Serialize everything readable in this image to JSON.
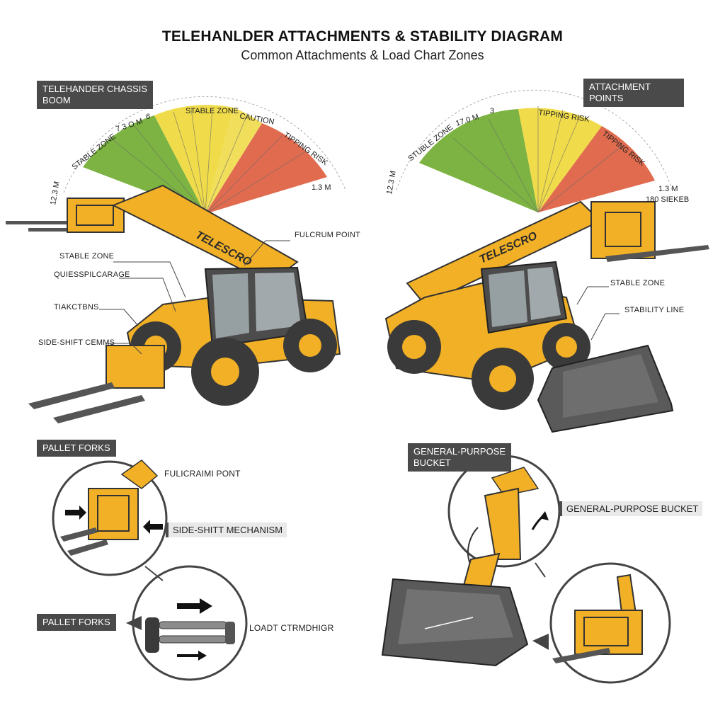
{
  "title": "TELEHANLDER ATTACHMENTS & STABILITY DIAGRAM",
  "subtitle": "Common Attachments & Load Chart Zones",
  "left_panel": {
    "tag_line1": "TELEHANDER CHASSIS",
    "tag_line2": "BOOM",
    "arc_labels": [
      "STABLE ZONE",
      "7.3 O M",
      "6",
      "STABLE ZONE",
      "CAUTION",
      "TIPPING RISK"
    ],
    "arc_edge_left": "12.3 M",
    "arc_edge_right": "1.3 M",
    "brand": "TELESCRO",
    "callouts": [
      "FULCRUM POINT",
      "STABLE ZONE",
      "QUIESSPILCARAGE",
      "TIAKCTBNS",
      "SIDE-SHIFT CEMMS"
    ]
  },
  "right_panel": {
    "tag_line1": "ATTACHMENT",
    "tag_line2": "POINTS",
    "arc_labels": [
      "STUBLE ZONE",
      "17.0 M",
      "3",
      "TIPPING RISK",
      "TIPPING RISK"
    ],
    "arc_edge_left": "12.3 M",
    "arc_edge_right": "1.3 M",
    "arc_extra": "180 SIEKEB",
    "brand": "TELESCRO",
    "callouts": [
      "STABLE ZONE",
      "STABILITY LINE"
    ]
  },
  "detail_left": {
    "tag": "PALLET FORKS",
    "tag_bottom": "PALLET FORKS",
    "callout_top": "FULICRAIMI PONT",
    "side_shift": "SIDE-SHITT MECHANISM",
    "load": "LOADT CTRMDHIGR"
  },
  "detail_right": {
    "tag_line1": "GENERAL-PURPOSE",
    "tag_line2": "BUCKET",
    "label": "GENERAL-PURPOSE BUCKET"
  },
  "colors": {
    "safe": "#7cb342",
    "caution": "#f0dc4a",
    "danger": "#e06b4f",
    "machine": "#f2b026",
    "tire": "#3a3a3a",
    "bucket": "#5a5a5a",
    "tag": "#4a4a4a"
  }
}
